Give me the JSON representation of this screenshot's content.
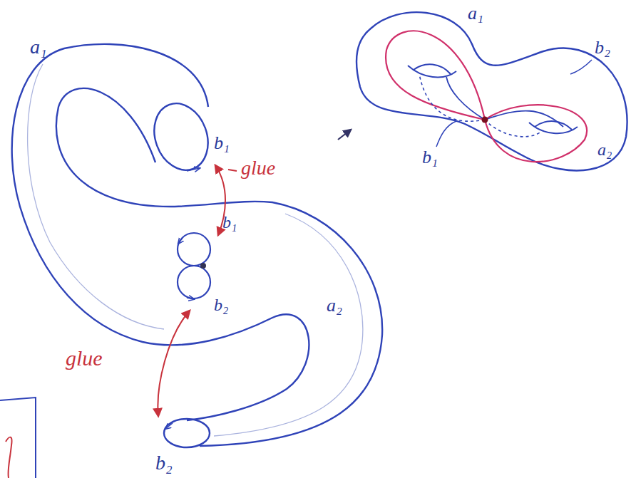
{
  "diagram": {
    "labels": [
      "a₁",
      "b₁",
      "glue",
      "b₁",
      "b₂",
      "a₂",
      "glue",
      "b₂",
      "a₁",
      "b₂",
      "a₂",
      "b₁"
    ]
  }
}
